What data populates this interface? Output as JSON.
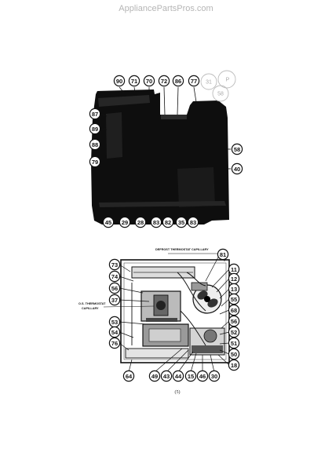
{
  "watermark": "AppliancePartsPros.com",
  "notes": {
    "defrost_capillary": "DEFROST THERMOSTAT CAPILLARY",
    "os_capillary_line1": "O.S. THERMOSTAT",
    "os_capillary_line2": "CAPILLARY"
  },
  "top_view": {
    "callouts": [
      "90",
      "71",
      "70",
      "72",
      "86",
      "77",
      "87",
      "89",
      "88",
      "79",
      "58",
      "40",
      "45",
      "29",
      "28",
      "83",
      "82",
      "35",
      "83"
    ],
    "faint_labels": [
      "31",
      "P",
      "58"
    ]
  },
  "bottom_view": {
    "callouts": [
      "73",
      "74",
      "56",
      "37",
      "53",
      "54",
      "76",
      "64",
      "81",
      "11",
      "12",
      "13",
      "55",
      "68",
      "56",
      "52",
      "51",
      "50",
      "18",
      "49",
      "43",
      "44",
      "15",
      "46",
      "30"
    ],
    "figure_mark": "(5)"
  }
}
